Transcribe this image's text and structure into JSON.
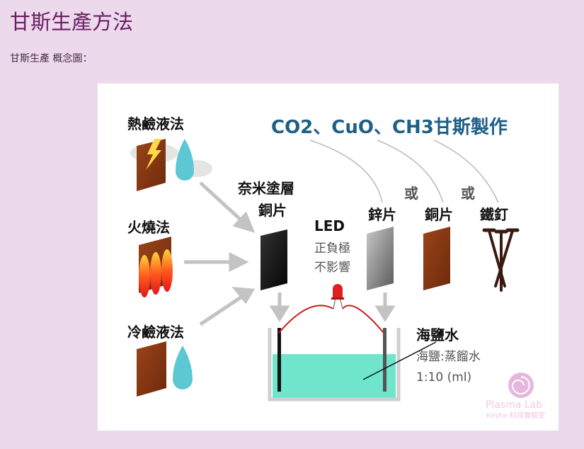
{
  "page": {
    "title": "甘斯生產方法",
    "caption": "甘斯生產 概念圖："
  },
  "diagram": {
    "heading": "CO2、CuO、CH3甘斯製作",
    "methods": {
      "hot_alkali": "熱鹼液法",
      "fire": "火燒法",
      "cold_alkali": "冷鹼液法"
    },
    "center_plate": {
      "line1": "奈米塗層",
      "line2": "銅片"
    },
    "led": {
      "label": "LED",
      "note1": "正負極",
      "note2": "不影響"
    },
    "right_plates": {
      "zinc": "鋅片",
      "copper": "銅片",
      "nails": "鐵釘",
      "or1": "或",
      "or2": "或"
    },
    "solution": {
      "label": "海鹽水",
      "ratio_label": "海鹽:蒸餾水",
      "ratio": "1:10 (ml)"
    },
    "logo": {
      "name": "Plasma Lab",
      "sub": "Keshe 科技實驗室"
    },
    "colors": {
      "heading": "#1d5f86",
      "copper": "#8a3a14",
      "water": "#6fe6cc",
      "drop": "#5cc8d3",
      "flame": "#f04a1e",
      "arrow": "#c3c3c3"
    }
  }
}
